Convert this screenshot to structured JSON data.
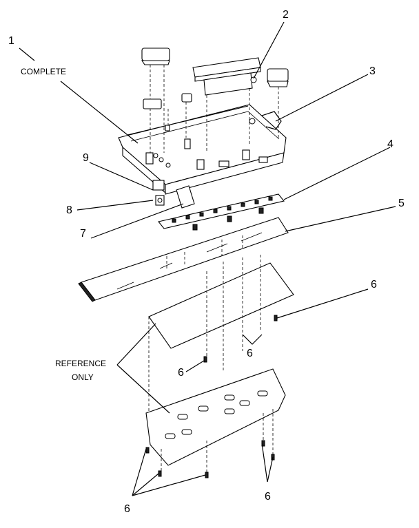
{
  "labels": {
    "n1": "1",
    "complete": "COMPLETE",
    "n2": "2",
    "n3": "3",
    "n4": "4",
    "n5": "5",
    "n6_right": "6",
    "n6_mid_left": "6",
    "n6_mid_right": "6",
    "n6_bottom_left": "6",
    "n6_bottom_right": "6",
    "n7": "7",
    "n8": "8",
    "n9": "9",
    "reference_line1": "REFERENCE",
    "reference_line2": "ONLY"
  }
}
